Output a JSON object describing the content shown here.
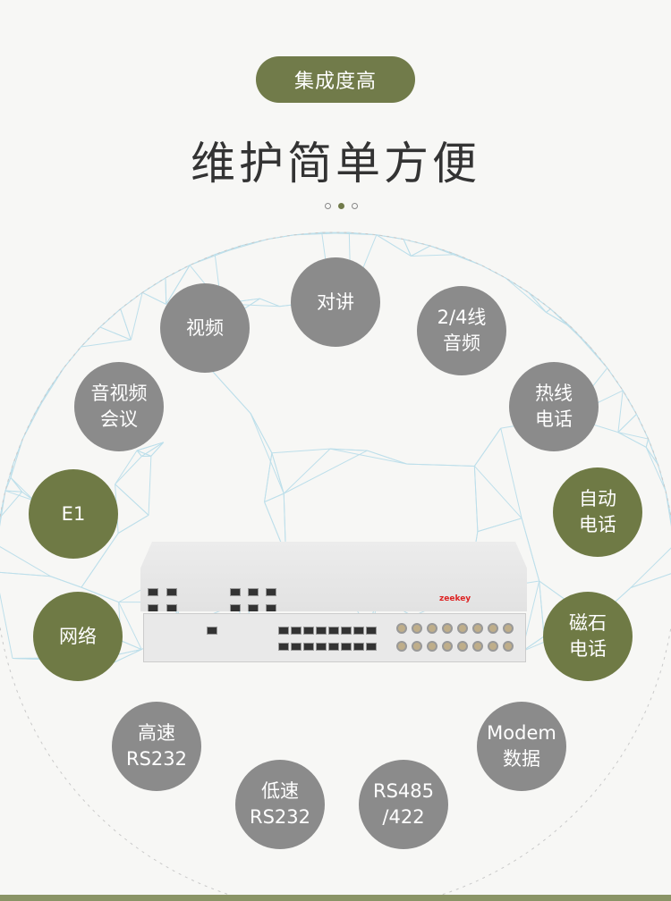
{
  "badge": "集成度高",
  "title": "维护简单方便",
  "pagination": {
    "count": 3,
    "active": 1
  },
  "features": [
    {
      "label": "对讲",
      "style": "gray"
    },
    {
      "label": "视频",
      "style": "gray"
    },
    {
      "label": "2/4线\n音频",
      "style": "gray"
    },
    {
      "label": "音视频\n会议",
      "style": "gray"
    },
    {
      "label": "热线\n电话",
      "style": "gray"
    },
    {
      "label": "E1",
      "style": "green"
    },
    {
      "label": "自动\n电话",
      "style": "green"
    },
    {
      "label": "网络",
      "style": "green"
    },
    {
      "label": "磁石\n电话",
      "style": "green"
    },
    {
      "label": "高速\nRS232",
      "style": "gray"
    },
    {
      "label": "Modem\n数据",
      "style": "gray"
    },
    {
      "label": "低速\nRS232",
      "style": "gray"
    },
    {
      "label": "RS485\n/422",
      "style": "gray"
    }
  ],
  "device": {
    "logo": "zeekey"
  },
  "colors": {
    "green": "#6f7a45",
    "gray": "#8b8b8b",
    "globe": "#a8d8e8"
  }
}
